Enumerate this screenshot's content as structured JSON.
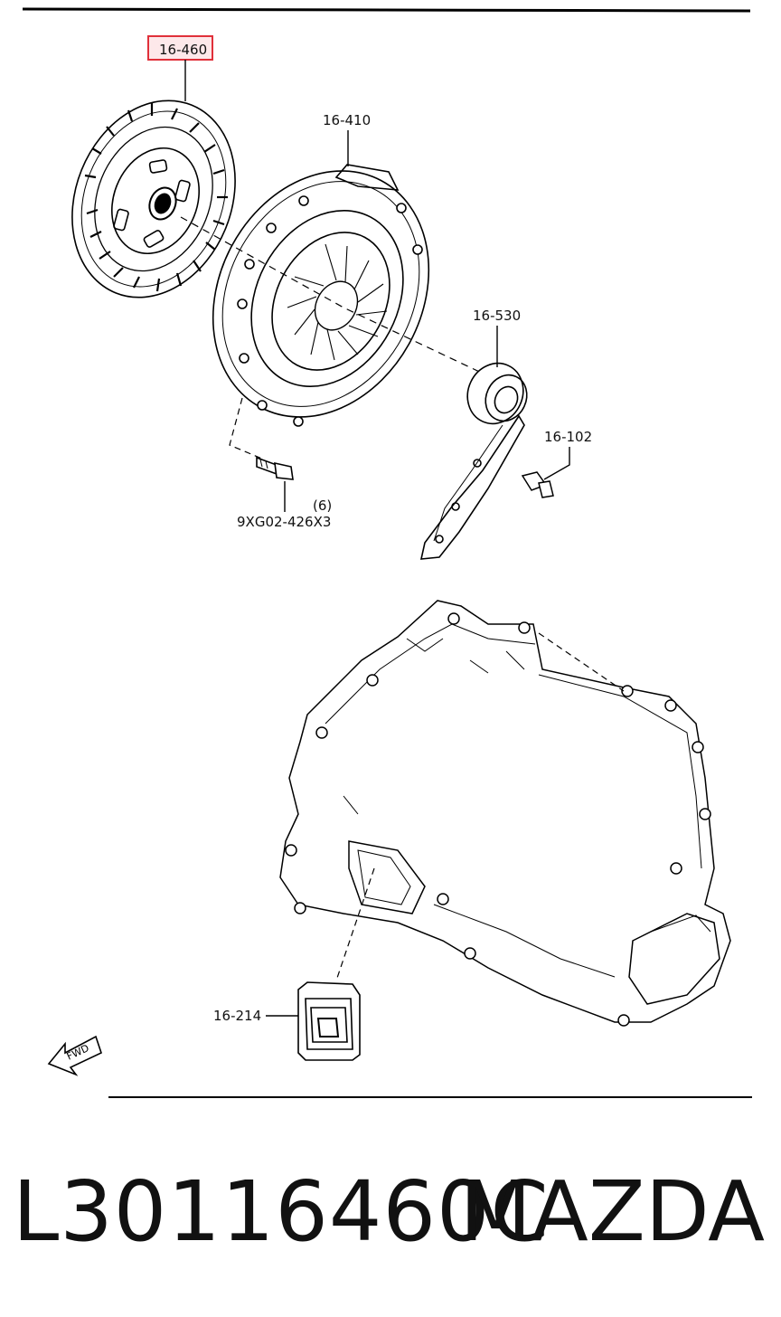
{
  "callouts": {
    "clutch_disc": "16-460",
    "clutch_cover": "16-410",
    "release_bearing": "16-530",
    "bolt": "9XG02-426X3",
    "bolt_qty": "(6)",
    "fitting": "16-102",
    "boot": "16-214"
  },
  "fwd_label": "FWD",
  "highlight_color": "#e0303a",
  "footer": {
    "part_number": "L30116460C",
    "brand": "MAZDA"
  }
}
